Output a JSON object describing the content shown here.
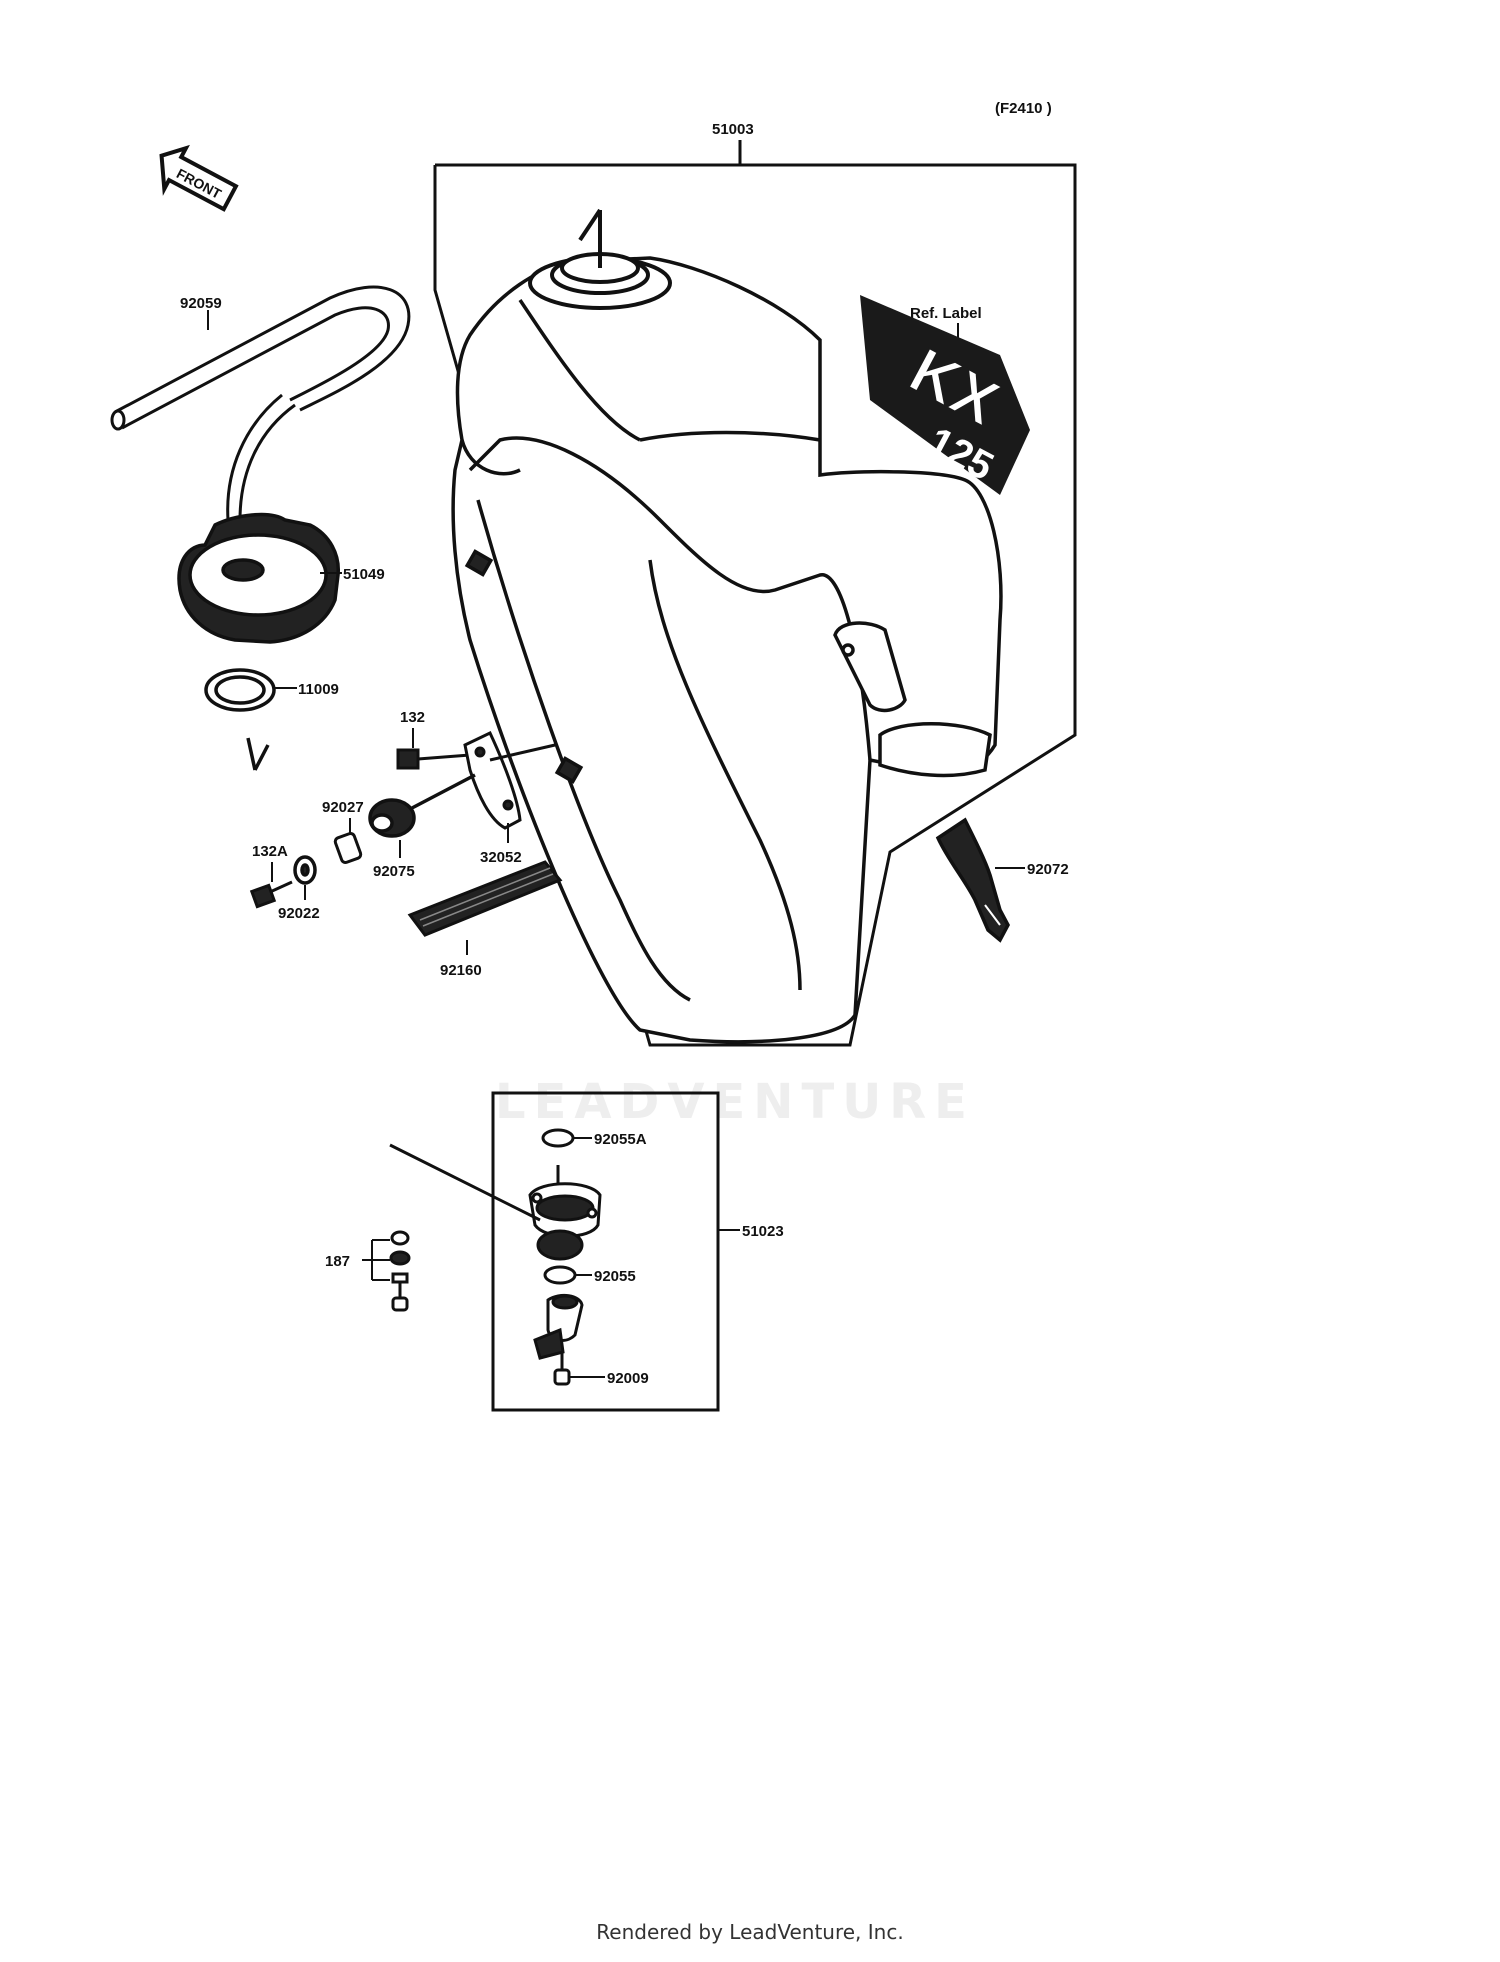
{
  "diagram_code": "(F2410 )",
  "front_arrow": "FRONT",
  "ref_label": "Ref. Label",
  "decal_text": {
    "model": "KX",
    "displacement": "125"
  },
  "watermark": "LEADVENTURE",
  "footer": "Rendered by LeadVenture, Inc.",
  "part_labels": {
    "p51003": "51003",
    "p92059": "92059",
    "p51049": "51049",
    "p11009": "11009",
    "p132": "132",
    "p32052": "32052",
    "p92027": "92027",
    "p92075": "92075",
    "p132A": "132A",
    "p92022": "92022",
    "p92160": "92160",
    "p92072": "92072",
    "p92055A": "92055A",
    "p51023": "51023",
    "p187": "187",
    "p92055": "92055",
    "p92009": "92009"
  }
}
